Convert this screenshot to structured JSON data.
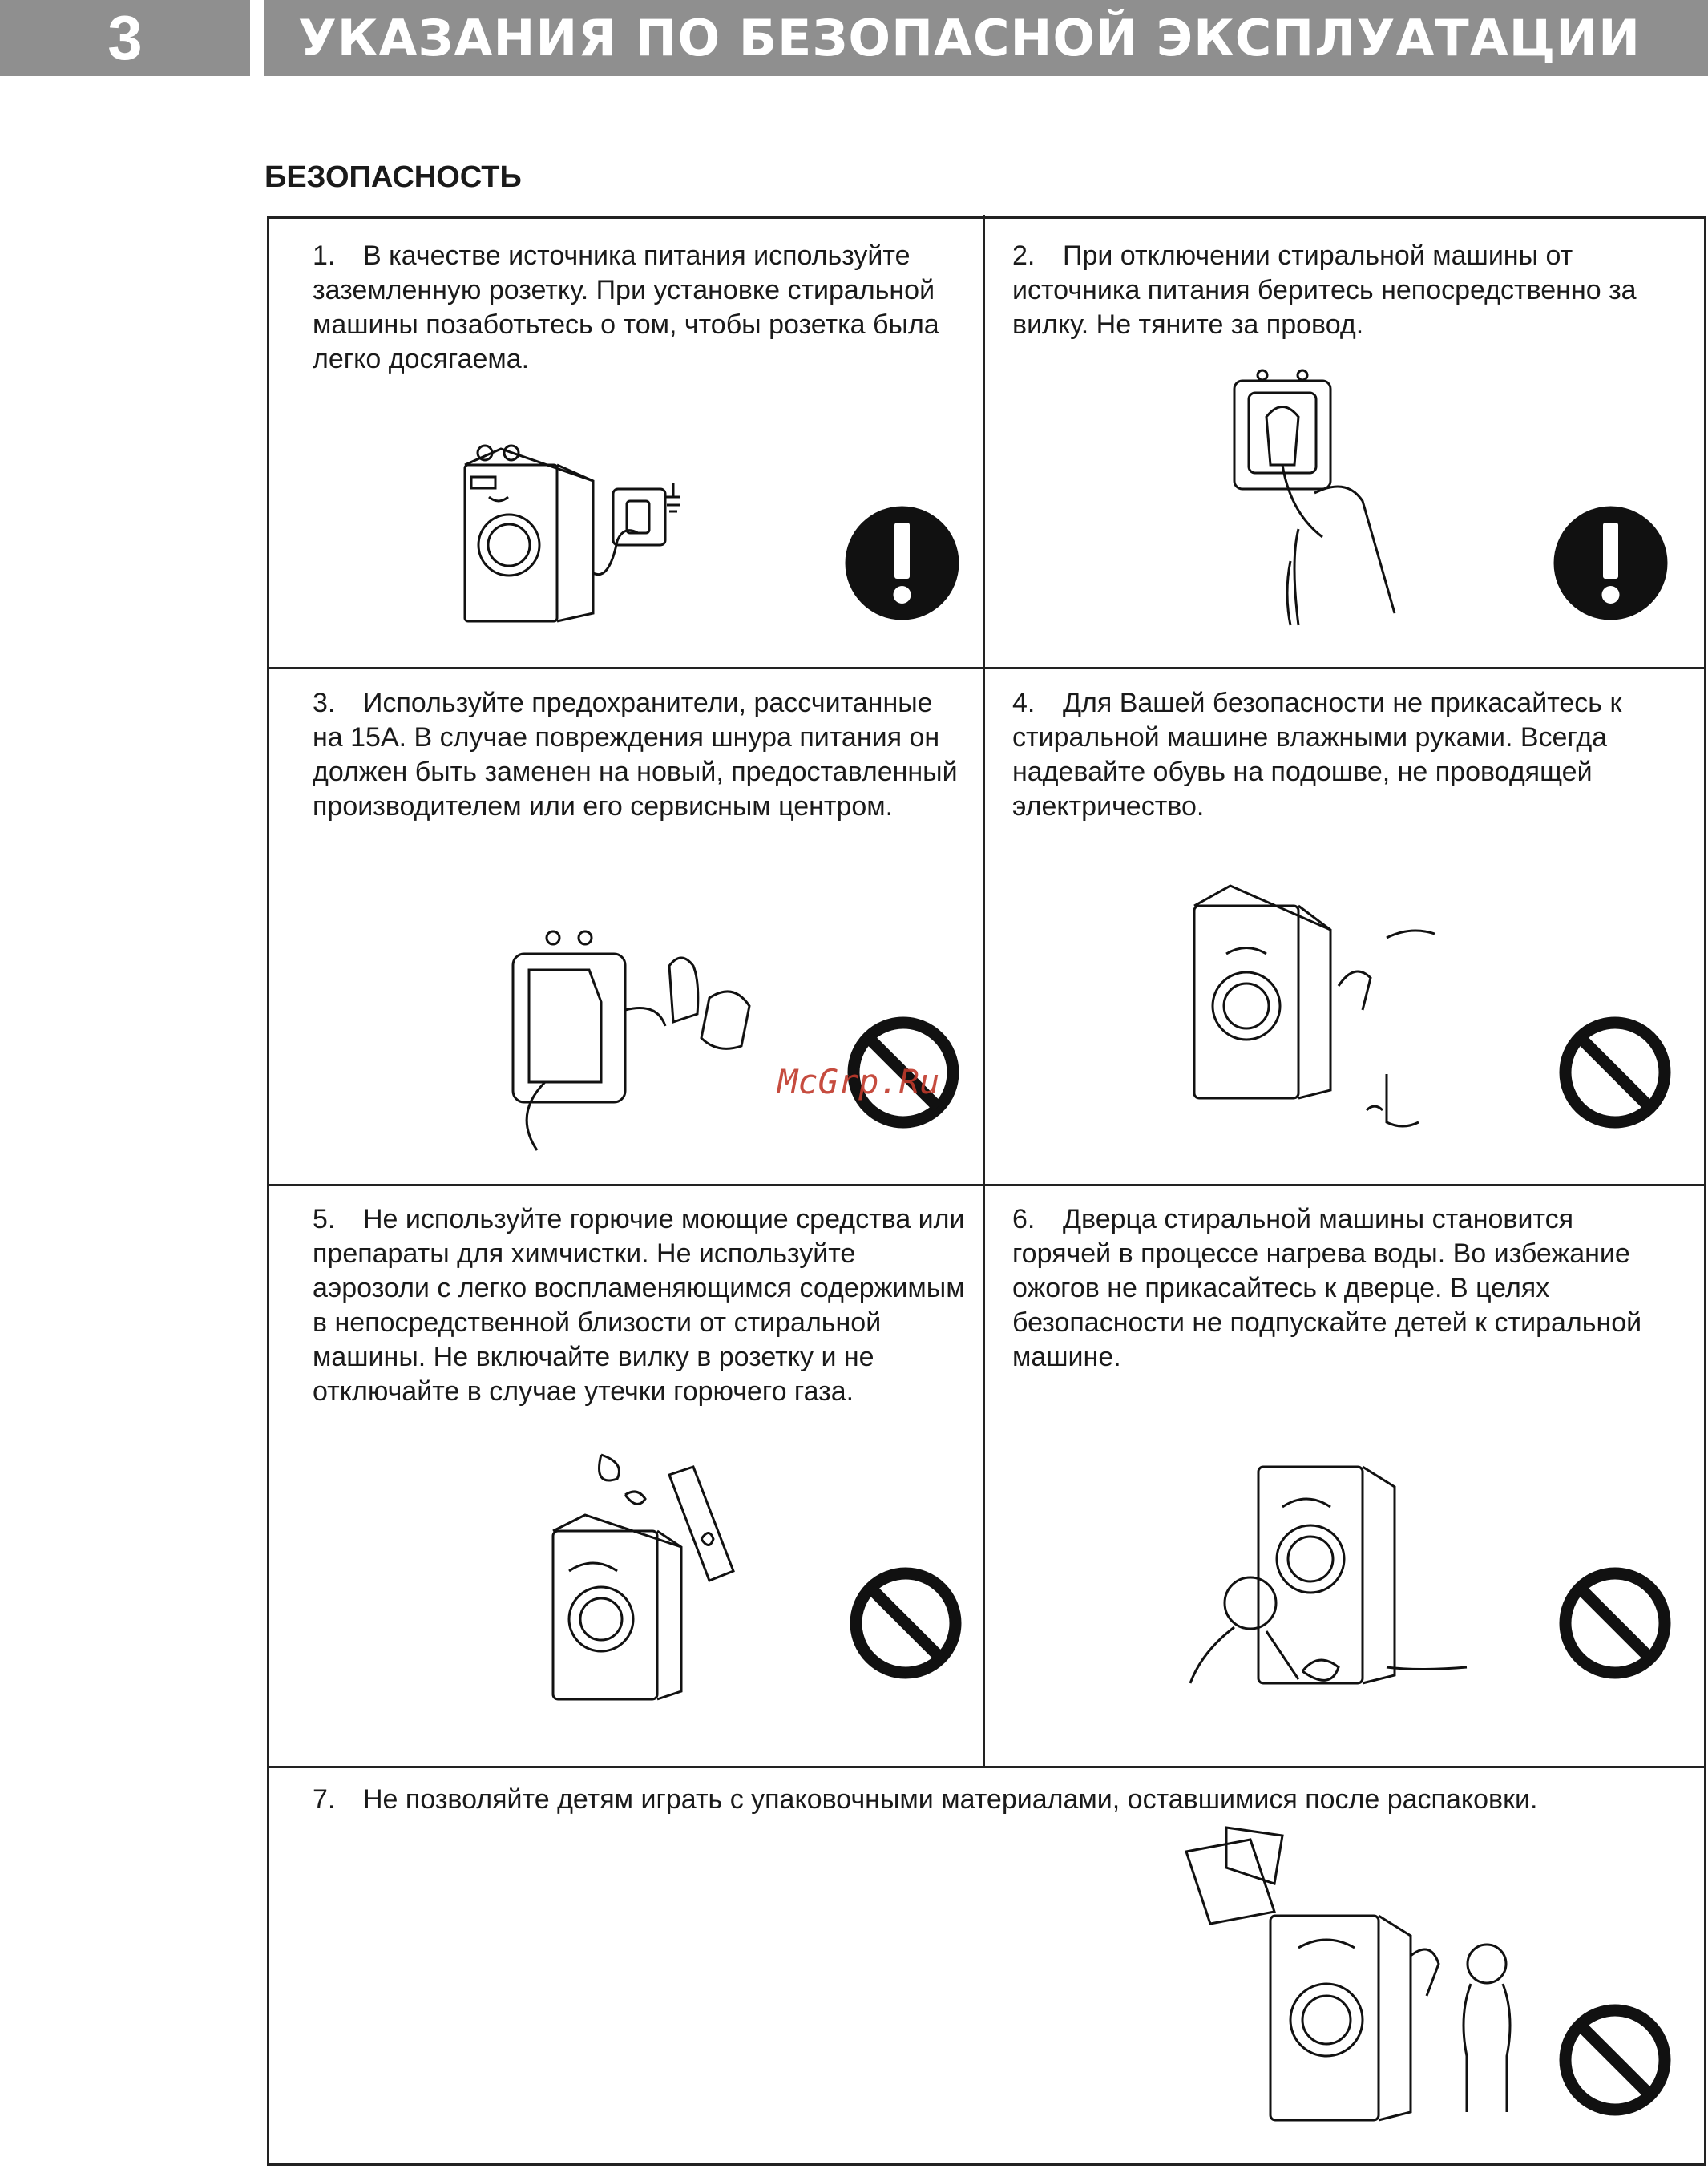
{
  "header": {
    "chapter_number": "3",
    "chapter_title": "УКАЗАНИЯ ПО БЕЗОПАСНОЙ ЭКСПЛУАТАЦИИ"
  },
  "section_title": "БЕЗОПАСНОСТЬ",
  "items": [
    {
      "num": "1.",
      "text": "В качестве источника питания используйте заземленную розетку. При установке стиральной машины позаботьтесь о том, чтобы розетка была легко досягаема.",
      "sign": "exclamation-icon"
    },
    {
      "num": "2.",
      "text": "При отключении стиральной машины от источника питания беритесь непосредственно за вилку. Не тяните за провод.",
      "sign": "exclamation-icon"
    },
    {
      "num": "3.",
      "text": "Используйте предохранители, рассчитанные на 15А. В случае повреждения шнура питания он должен быть заменен на новый, предоставленный производителем или его сервисным центром.",
      "sign": "prohibition-icon"
    },
    {
      "num": "4.",
      "text": "Для Вашей безопасности не прикасайтесь к стиральной машине влажными руками. Всегда надевайте обувь на подошве, не проводящей электричество.",
      "sign": "prohibition-icon"
    },
    {
      "num": "5.",
      "text": "Не используйте горючие моющие средства или препараты для химчистки. Не используйте аэрозоли с легко воспламеняющимся содержимым в непосредственной близости от стиральной машины. Не включайте вилку в розетку и не отключайте в случае утечки горючего газа.",
      "sign": "prohibition-icon"
    },
    {
      "num": "6.",
      "text": "Дверца стиральной машины становится горячей в процессе нагрева воды. Во избежание ожогов не прикасайтесь к дверце. В целях безопасности не подпускайте детей к стиральной машине.",
      "sign": "prohibition-icon"
    },
    {
      "num": "7.",
      "text": "Не позволяйте детям играть с упаковочными материалами, оставшимися после распаковки.",
      "sign": "prohibition-icon"
    }
  ],
  "watermark": "McGrp.Ru"
}
